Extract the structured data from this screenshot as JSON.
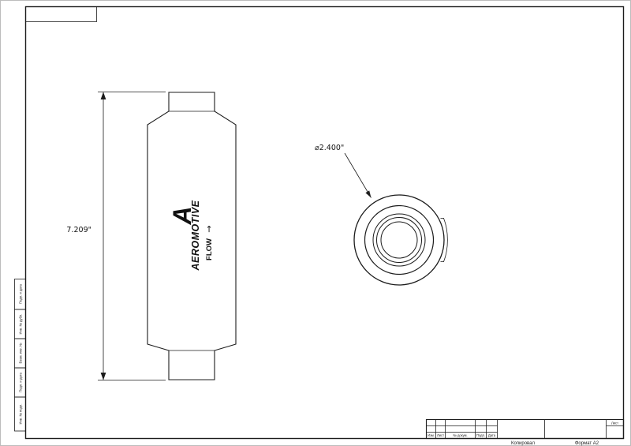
{
  "sheet": {
    "background_color": "#ffffff",
    "line_color": "#1c1c1c"
  },
  "side_view": {
    "length_label": "7.209\"",
    "logo_monogram": "A",
    "logo_text": "AEROMOTIVE",
    "flow_label": "FLOW",
    "flow_arrow": "→"
  },
  "front_view": {
    "diameter_label": "⌀2.400\""
  },
  "frame": {
    "left_stamps": [
      "Подп. и дата",
      "Инв. № дубл.",
      "Взам. инв. №",
      "Подп. и дата",
      "Инв. № подл."
    ],
    "title_block": {
      "col_izm": "Изм.",
      "col_list": "Лист",
      "col_docnum": "№ докум.",
      "col_podp": "Подп.",
      "col_data": "Дата",
      "sheet_label": "Лист"
    },
    "copied_label": "Копировал",
    "format_label": "Формат А2"
  }
}
